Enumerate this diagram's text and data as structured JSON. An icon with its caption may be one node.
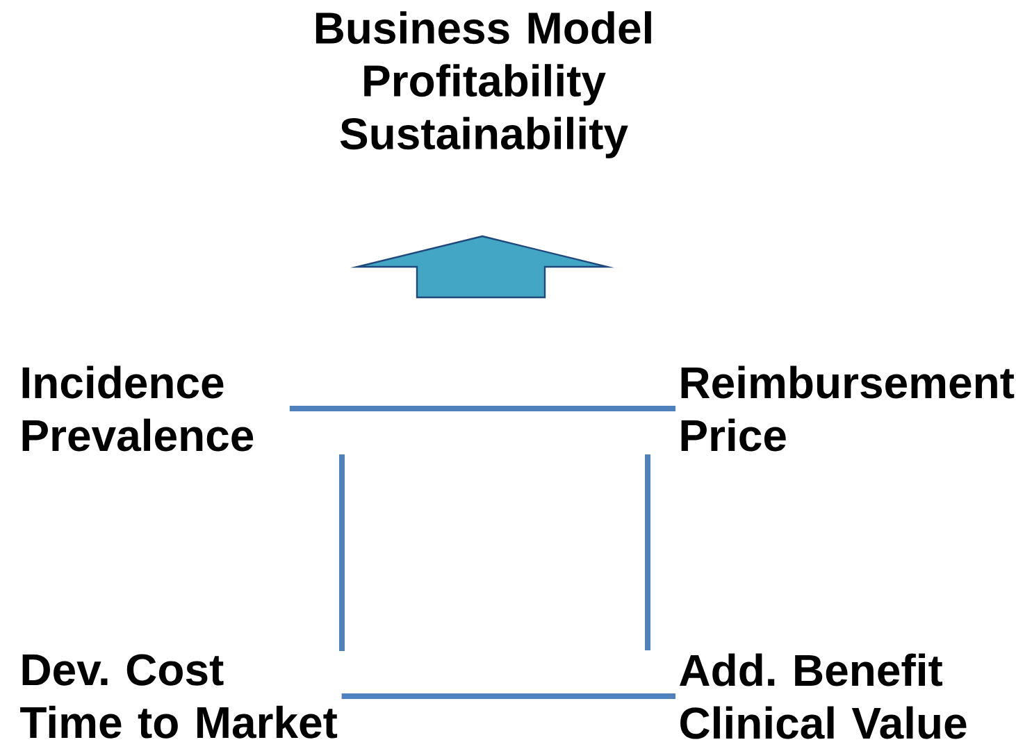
{
  "diagram": {
    "nodes": [
      {
        "text": [
          "Business Model Profitability Sustainability"
        ]
      },
      {
        "text": [],
        "shape": "arrow"
      },
      {
        "text": [
          "Incidence Prevalence"
        ]
      },
      {
        "text": [
          "Reimbursement Price"
        ]
      },
      {
        "text": [
          "Dev. Cost Time to Market"
        ]
      },
      {
        "text": [
          "Add. Benefit Clinical Value"
        ]
      }
    ],
    "edges": [
      {
        "from": 2,
        "to": 3,
        "arrow": "none"
      },
      {
        "from": 2,
        "to": 4,
        "arrow": "none"
      },
      {
        "from": 3,
        "to": 5,
        "arrow": "none"
      },
      {
        "from": 4,
        "to": 5,
        "arrow": "none"
      }
    ]
  }
}
